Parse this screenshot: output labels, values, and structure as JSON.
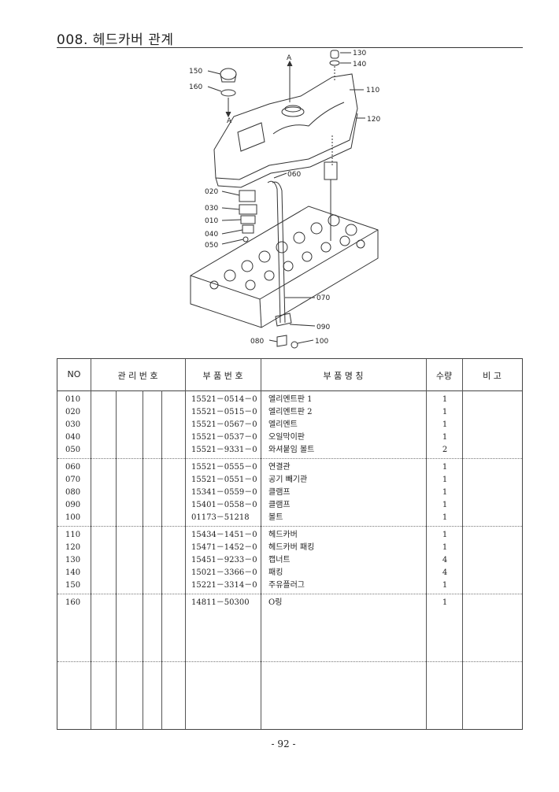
{
  "header": {
    "title": "008. 헤드카버 관계"
  },
  "figure": {
    "callouts": {
      "c150": "150",
      "c160": "160",
      "c130": "130",
      "c140": "140",
      "c110": "110",
      "c120": "120",
      "c060": "060",
      "c020": "020",
      "c030": "030",
      "c010": "010",
      "c040": "040",
      "c050": "050",
      "c070": "070",
      "c090": "090",
      "c080": "080",
      "c100": "100",
      "a1": "A",
      "a2": "A"
    }
  },
  "table": {
    "headers": {
      "no": "NO",
      "mgmt": "관 리 번 호",
      "part_no": "부 품 번 호",
      "name": "부 품 명 칭",
      "qty": "수량",
      "remarks": "비 고"
    },
    "groups": [
      [
        {
          "no": "010",
          "part": "15521－0514－0",
          "name": "엘리멘트판 1",
          "qty": "1"
        },
        {
          "no": "020",
          "part": "15521－0515－0",
          "name": "엘리멘트판 2",
          "qty": "1"
        },
        {
          "no": "030",
          "part": "15521－0567－0",
          "name": "엘리멘트",
          "qty": "1"
        },
        {
          "no": "040",
          "part": "15521－0537－0",
          "name": "오일막이판",
          "qty": "1"
        },
        {
          "no": "050",
          "part": "15521－9331－0",
          "name": "와셔붙임 볼트",
          "qty": "2"
        }
      ],
      [
        {
          "no": "060",
          "part": "15521－0555－0",
          "name": "연결관",
          "qty": "1"
        },
        {
          "no": "070",
          "part": "15521－0551－0",
          "name": "공기 빼기관",
          "qty": "1"
        },
        {
          "no": "080",
          "part": "15341－0559－0",
          "name": "클램프",
          "qty": "1"
        },
        {
          "no": "090",
          "part": "15401－0558－0",
          "name": "클램프",
          "qty": "1"
        },
        {
          "no": "100",
          "part": "01173－51218",
          "name": "볼트",
          "qty": "1"
        }
      ],
      [
        {
          "no": "110",
          "part": "15434－1451－0",
          "name": "헤드카버",
          "qty": "1"
        },
        {
          "no": "120",
          "part": "15471－1452－0",
          "name": "헤드카버 패킹",
          "qty": "1"
        },
        {
          "no": "130",
          "part": "15451－9233－0",
          "name": "캡너트",
          "qty": "4"
        },
        {
          "no": "140",
          "part": "15021－3366－0",
          "name": "패킹",
          "qty": "4"
        },
        {
          "no": "150",
          "part": "15221－3314－0",
          "name": "주유플러그",
          "qty": "1"
        }
      ],
      [
        {
          "no": "160",
          "part": "14811－50300",
          "name": "O링",
          "qty": "1"
        }
      ]
    ]
  },
  "footer": {
    "page_number": "- 92 -"
  }
}
